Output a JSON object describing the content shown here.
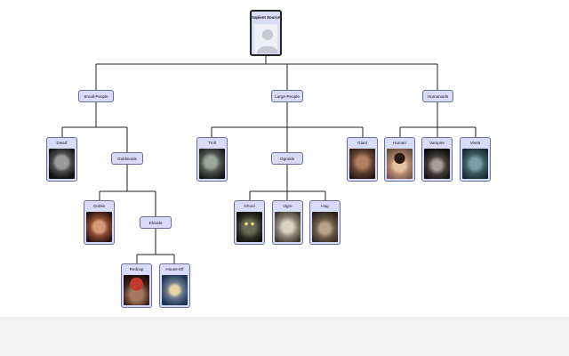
{
  "root": {
    "label": "Sapient Source",
    "icon": "person-silhouette-icon"
  },
  "groups": {
    "small_people": "Small-People",
    "large_people": "Large-People",
    "humanoids": "Humanoids",
    "goblinoids": "Goblinoids",
    "elvoids": "Elvoids",
    "ogroids": "Ogroids"
  },
  "cards": {
    "dwarf": "Dwarf",
    "goblin": "Goblin",
    "redcap": "Redcap",
    "house_elf": "House-Elf",
    "troll": "Troll",
    "ghoul": "Ghoul",
    "ogre": "Ogre",
    "hag": "Hag",
    "giant": "Giant",
    "human": "Human",
    "vampire": "Vampire",
    "veela": "Veela"
  },
  "colors": {
    "node_fill": "#d8dcfa",
    "node_border": "#6b6f96",
    "connector": "#222222"
  }
}
